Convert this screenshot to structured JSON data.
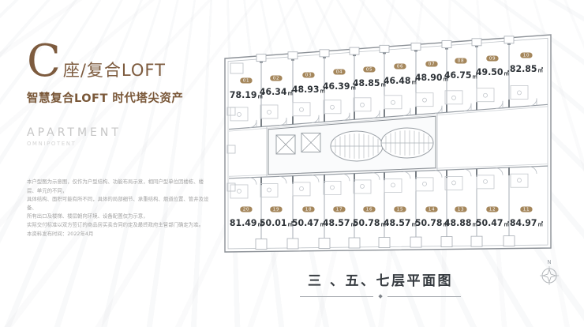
{
  "left_panel": {
    "title_letter": "C",
    "title_rest": "座/复合LOFT",
    "subtitle": "智慧复合LOFT 时代塔尖资产",
    "english_title": "APARTMENT",
    "english_subtitle": "OMNIPOTENT",
    "disclaimer_lines": [
      "本户型图为示意图，仅作为户型结构、功能布局示意，相同户型单位因楼栋、楼层、单元的不同，",
      "具体结构、面积可能有所不同，具体的局部细节、承重结构、烟道位置、管井及设备、",
      "所有出口及楼梯、楼层朝向环境、设备配置仅为示意，",
      "实际交付标准以双方签订的商品房买卖合同约定及最终政府主管部门确定为准。",
      "本资料发布时间：2022年4月"
    ]
  },
  "floor_plan": {
    "caption": "三 、五、七层平面图",
    "compass_label": "N",
    "area_unit": "㎡",
    "units_top": [
      {
        "no": "01",
        "area": "78.19"
      },
      {
        "no": "02",
        "area": "46.34"
      },
      {
        "no": "03",
        "area": "48.93"
      },
      {
        "no": "04",
        "area": "46.39"
      },
      {
        "no": "05",
        "area": "48.85"
      },
      {
        "no": "06",
        "area": "46.48"
      },
      {
        "no": "07",
        "area": "48.90"
      },
      {
        "no": "08",
        "area": "46.75"
      },
      {
        "no": "09",
        "area": "49.50"
      },
      {
        "no": "10",
        "area": "82.85"
      }
    ],
    "units_bottom": [
      {
        "no": "20",
        "area": "81.49"
      },
      {
        "no": "19",
        "area": "50.01"
      },
      {
        "no": "18",
        "area": "50.47"
      },
      {
        "no": "17",
        "area": "48.57"
      },
      {
        "no": "16",
        "area": "50.78"
      },
      {
        "no": "15",
        "area": "48.57"
      },
      {
        "no": "14",
        "area": "50.78"
      },
      {
        "no": "13",
        "area": "48.88"
      },
      {
        "no": "12",
        "area": "50.47"
      },
      {
        "no": "11",
        "area": "84.97"
      }
    ]
  },
  "colors": {
    "brand_brown": "#7d5b3e",
    "badge_tan": "#a5875c",
    "area_text": "#2e3338",
    "plan_line": "#9aa0a6",
    "plan_line_light": "#c3c7cc",
    "wall_dark": "#7a8086",
    "caption_dark": "#363b40"
  }
}
